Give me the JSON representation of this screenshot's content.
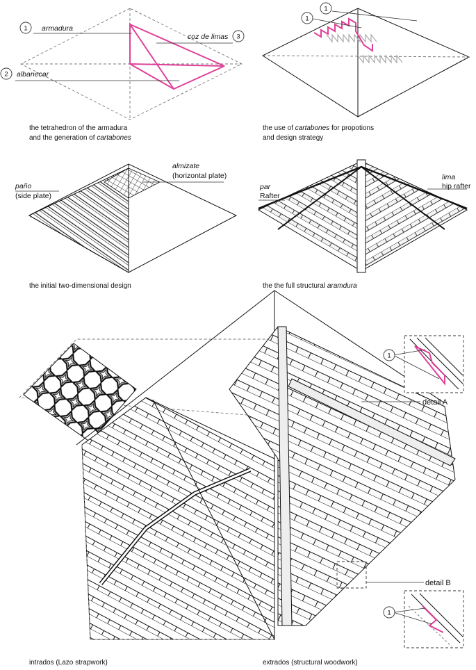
{
  "panel1": {
    "labels": {
      "armadura": "armadura",
      "coz_de_limas": "coz de limas",
      "albanecar": "albanecar"
    },
    "numbers": {
      "n1": "1",
      "n2": "2",
      "n3": "3"
    },
    "caption_line1": "the tetrahedron of the armadura",
    "caption_line2_prefix": "and the generation of ",
    "caption_line2_italic": "cartabones"
  },
  "panel2": {
    "numbers": {
      "n1a": "1",
      "n1b": "1"
    },
    "caption_line1_prefix": "the use of ",
    "caption_line1_italic": "cartabones",
    "caption_line1_suffix": " for propotions",
    "caption_line2": "and design strategy"
  },
  "panel3": {
    "labels": {
      "almizate": "almizate",
      "almizate_sub": "(horizontal plate)",
      "pano": "paño",
      "pano_sub": "(side plate)"
    },
    "caption": "the initial two-dimensional design"
  },
  "panel4": {
    "labels": {
      "par": "par",
      "par_sub": "Rafter",
      "lima": "lima",
      "lima_sub": "hip rafter"
    },
    "caption_prefix": "the the full structural ",
    "caption_italic": "aramdura"
  },
  "panel5": {
    "detail_a": "detail A",
    "detail_b": "detail B",
    "detail_a_num": "1",
    "detail_b_num": "1",
    "caption_left": "intrados (Lazo strapwork)",
    "caption_right": "extrados (structural woodwork)"
  },
  "colors": {
    "accent": "#e0409a",
    "line": "#111111",
    "dash": "#777777"
  }
}
